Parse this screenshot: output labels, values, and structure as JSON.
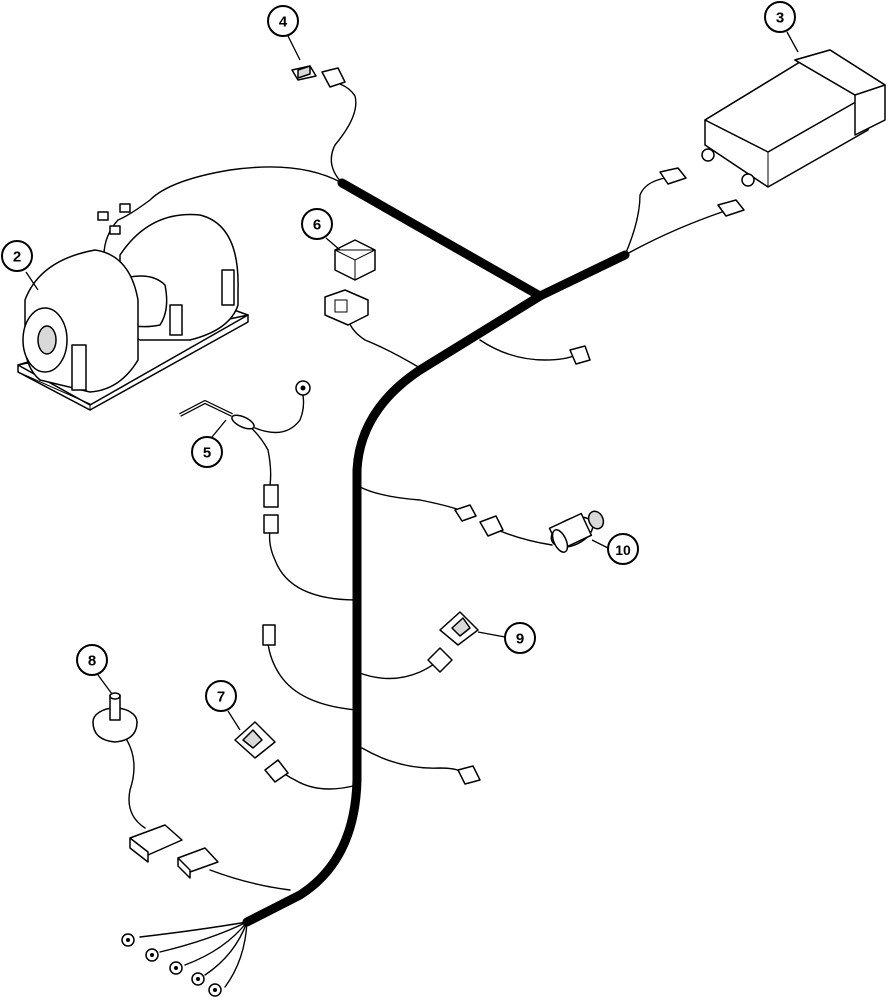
{
  "callouts": [
    {
      "id": "c2",
      "label": "2",
      "part": "blower-motor"
    },
    {
      "id": "c3",
      "label": "3",
      "part": "control-module"
    },
    {
      "id": "c4",
      "label": "4",
      "part": "switch-connector"
    },
    {
      "id": "c5",
      "label": "5",
      "part": "temperature-sensor"
    },
    {
      "id": "c6",
      "label": "6",
      "part": "relay"
    },
    {
      "id": "c7",
      "label": "7",
      "part": "connector-7"
    },
    {
      "id": "c8",
      "label": "8",
      "part": "potentiometer"
    },
    {
      "id": "c9",
      "label": "9",
      "part": "connector-9"
    },
    {
      "id": "c10",
      "label": "10",
      "part": "pressure-switch"
    }
  ]
}
